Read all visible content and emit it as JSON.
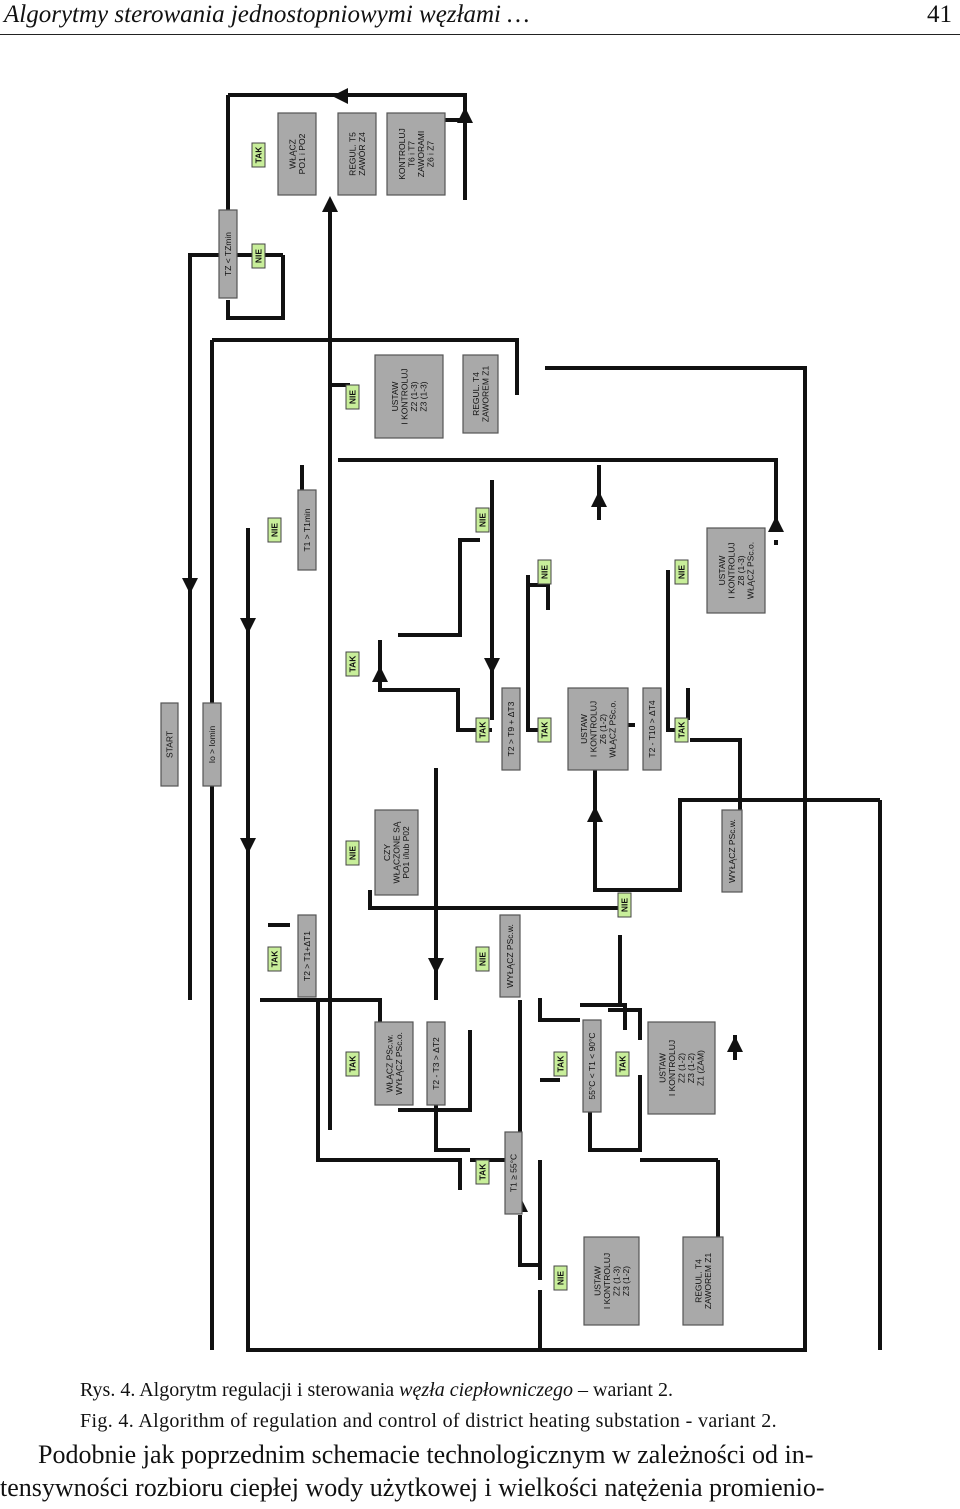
{
  "header": {
    "title": "Algorytmy sterowania jednostopniowymi węzłami …",
    "page_number": "41"
  },
  "diagram": {
    "boxes": [
      {
        "id": "start",
        "lines": [
          "START"
        ]
      },
      {
        "id": "io",
        "lines": [
          "Io > Iomin"
        ]
      },
      {
        "id": "tz",
        "lines": [
          "TZ < TZmin"
        ]
      },
      {
        "id": "wlacz-po",
        "lines": [
          "WŁĄCZ",
          "PO1 i PO2"
        ]
      },
      {
        "id": "regul-t5",
        "lines": [
          "REGUL. T5",
          "ZAWÓR Z4"
        ]
      },
      {
        "id": "kontroluj-t6",
        "lines": [
          "KONTROLUJ",
          "T6 i T7",
          "ZAWORAMI",
          "Z6 i Z7"
        ]
      },
      {
        "id": "ustaw-z2z3-top",
        "lines": [
          "USTAW",
          "I KONTROLUJ",
          "Z2 (1-3)",
          "Z3 (1-3)"
        ]
      },
      {
        "id": "regul-t4-top",
        "lines": [
          "REGUL. T4",
          "ZAWOREM Z1"
        ]
      },
      {
        "id": "t1-t1min",
        "lines": [
          "T1 > T1min"
        ]
      },
      {
        "id": "t2-t9",
        "lines": [
          "T2 > T9 + ΔT3"
        ]
      },
      {
        "id": "ustaw-z6",
        "lines": [
          "USTAW",
          "I KONTROLUJ",
          "Z6 (1-2)",
          "WŁĄCZ PSc.o."
        ]
      },
      {
        "id": "t2-t10",
        "lines": [
          "T2 - T10 > ΔT4"
        ]
      },
      {
        "id": "ustaw-z8",
        "lines": [
          "USTAW",
          "I KONTROLUJ",
          "Z8 (1-3)",
          "WŁĄCZ PSc.o."
        ]
      },
      {
        "id": "czy-wlaczone",
        "lines": [
          "CZY",
          "WŁĄCZONE SĄ",
          "PO1 i/lub P02"
        ]
      },
      {
        "id": "wylacz-pscw-right",
        "lines": [
          "WYŁĄCZ PSc.w."
        ]
      },
      {
        "id": "t2-t1",
        "lines": [
          "T2 > T1+ΔT1"
        ]
      },
      {
        "id": "wylacz-pscw-mid",
        "lines": [
          "WYŁĄCZ PSc.w."
        ]
      },
      {
        "id": "wlacz-pscw",
        "lines": [
          "WŁĄCZ PSc.w.",
          "WYŁĄCZ PSc.o."
        ]
      },
      {
        "id": "t2-t3",
        "lines": [
          "T2 - T3 > ΔT2"
        ]
      },
      {
        "id": "t1-range",
        "lines": [
          "55°C < T1 < 90°C"
        ]
      },
      {
        "id": "ustaw-z1zam",
        "lines": [
          "USTAW",
          "I KONTROLUJ",
          "Z2 (1-2)",
          "Z3 (1-2)",
          "Z1 (ZAM)"
        ]
      },
      {
        "id": "t1-55",
        "lines": [
          "T1 ≥ 55°C"
        ]
      },
      {
        "id": "ustaw-z2z3-bottom",
        "lines": [
          "USTAW",
          "I KONTROLUJ",
          "Z2 (1-3)",
          "Z3 (1-2)"
        ]
      },
      {
        "id": "regul-t4-bottom",
        "lines": [
          "REGUL. T4",
          "ZAWOREM Z1"
        ]
      }
    ],
    "tags": [
      {
        "id": "tag-tz-tak",
        "text": "TAK"
      },
      {
        "id": "tag-tz-nie",
        "text": "NIE"
      },
      {
        "id": "tag-ustaw-top-nie",
        "text": "NIE"
      },
      {
        "id": "tag-t1min-nie",
        "text": "NIE"
      },
      {
        "id": "tag-t1min-tak",
        "text": "TAK"
      },
      {
        "id": "tag-t9-nie",
        "text": "NIE"
      },
      {
        "id": "tag-t9-tak-a",
        "text": "TAK"
      },
      {
        "id": "tag-t9-nie-b",
        "text": "NIE"
      },
      {
        "id": "tag-t9-tak-b",
        "text": "TAK"
      },
      {
        "id": "tag-t10-nie",
        "text": "NIE"
      },
      {
        "id": "tag-t10-tak",
        "text": "TAK"
      },
      {
        "id": "tag-czy-nie",
        "text": "NIE"
      },
      {
        "id": "tag-t2t1-tak",
        "text": "TAK"
      },
      {
        "id": "tag-wylacz-right-nie",
        "text": "NIE"
      },
      {
        "id": "tag-wylacz-mid-nie",
        "text": "NIE"
      },
      {
        "id": "tag-wlacz-tak",
        "text": "TAK"
      },
      {
        "id": "tag-range-tak-a",
        "text": "TAK"
      },
      {
        "id": "tag-range-tak-b",
        "text": "TAK"
      },
      {
        "id": "tag-t155-tak",
        "text": "TAK"
      },
      {
        "id": "tag-bottom-nie",
        "text": "NIE"
      }
    ]
  },
  "caption": {
    "pl_prefix": "Rys. 4. Algorytm regulacji i sterowania ",
    "pl_italic": "węzła ciepłowniczego",
    "pl_suffix": " – wariant 2.",
    "en": "Fig. 4. Algorithm of regulation and control of district heating substation - variant 2."
  },
  "body_text": {
    "line1": "Podobnie jak poprzednim schemacie technologicznym w zależności od in-",
    "line2": "tensywności rozbioru ciepłej wody użytkowej i wielkości natężenia promienio-"
  }
}
